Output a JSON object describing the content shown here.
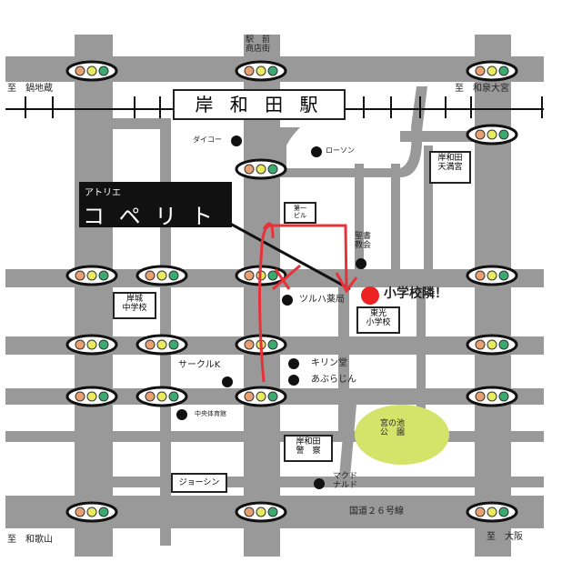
{
  "station": "岸 和 田 駅",
  "directions": {
    "top_left": "至　鍋地蔵",
    "top_right": "至　和泉大宮",
    "bottom_left": "至　和歌山",
    "bottom_right": "至　大阪"
  },
  "shotengai": [
    "駅　前",
    "商店街"
  ],
  "atelier": {
    "small": "アトリエ",
    "name": "コ ペ リ ト"
  },
  "callout": "小学校隣！",
  "landmarks": {
    "daiko": "ダイコー",
    "lawson": "ローソン",
    "tenmangu": [
      "岸和田",
      "天満宮"
    ],
    "daiichi": [
      "第一",
      "ビル"
    ],
    "seisho": [
      "聖書",
      "教会"
    ],
    "tsuruha": "ツルハ薬局",
    "toko": [
      "東光",
      "小学校"
    ],
    "kishiki": [
      "岸城",
      "中学校"
    ],
    "circlek": "サークルK",
    "kirindo": "キリン堂",
    "aburajin": "あぶらじん",
    "chuo": "中央体育館",
    "police": [
      "岸和田",
      "警　察"
    ],
    "park": [
      "宮の池",
      "公　園"
    ],
    "joshin": "ジョーシン",
    "mcd": [
      "マクド",
      "ナルド"
    ],
    "route": "国道２６号線"
  },
  "colors": {
    "road": "#999999",
    "route": "#e8323a",
    "park": "#d4e46a",
    "marker": "#ee2222"
  }
}
